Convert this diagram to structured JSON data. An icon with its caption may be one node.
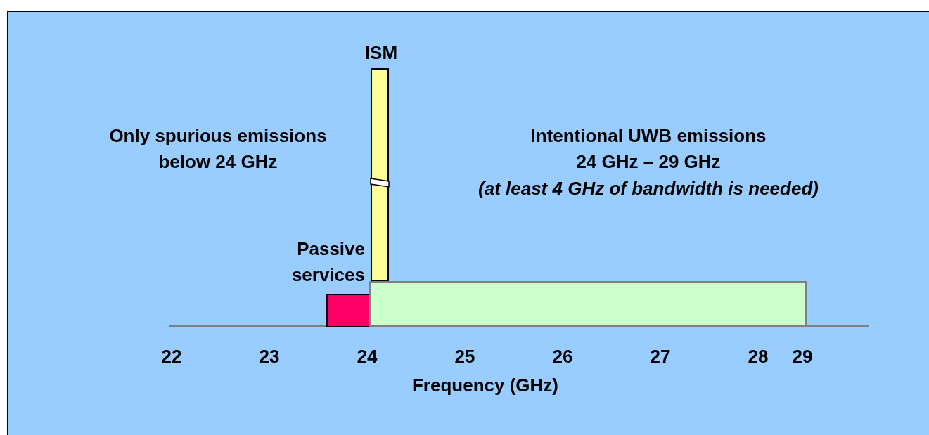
{
  "diagram": {
    "nodes": [
      {
        "text": [
          "ISM"
        ]
      },
      {
        "text": [
          "Passive services"
        ]
      },
      {
        "text": [],
        "shape": "box"
      }
    ],
    "labels": [
      "Only spurious emissions below 24 GHz",
      "Intentional UWB emissions 24 GHz – 29 GHz",
      "(at least 4 GHz of bandwidth is needed)",
      "22",
      "23",
      "24",
      "25",
      "26",
      "27",
      "28",
      "29",
      "Frequency (GHz)"
    ]
  }
}
